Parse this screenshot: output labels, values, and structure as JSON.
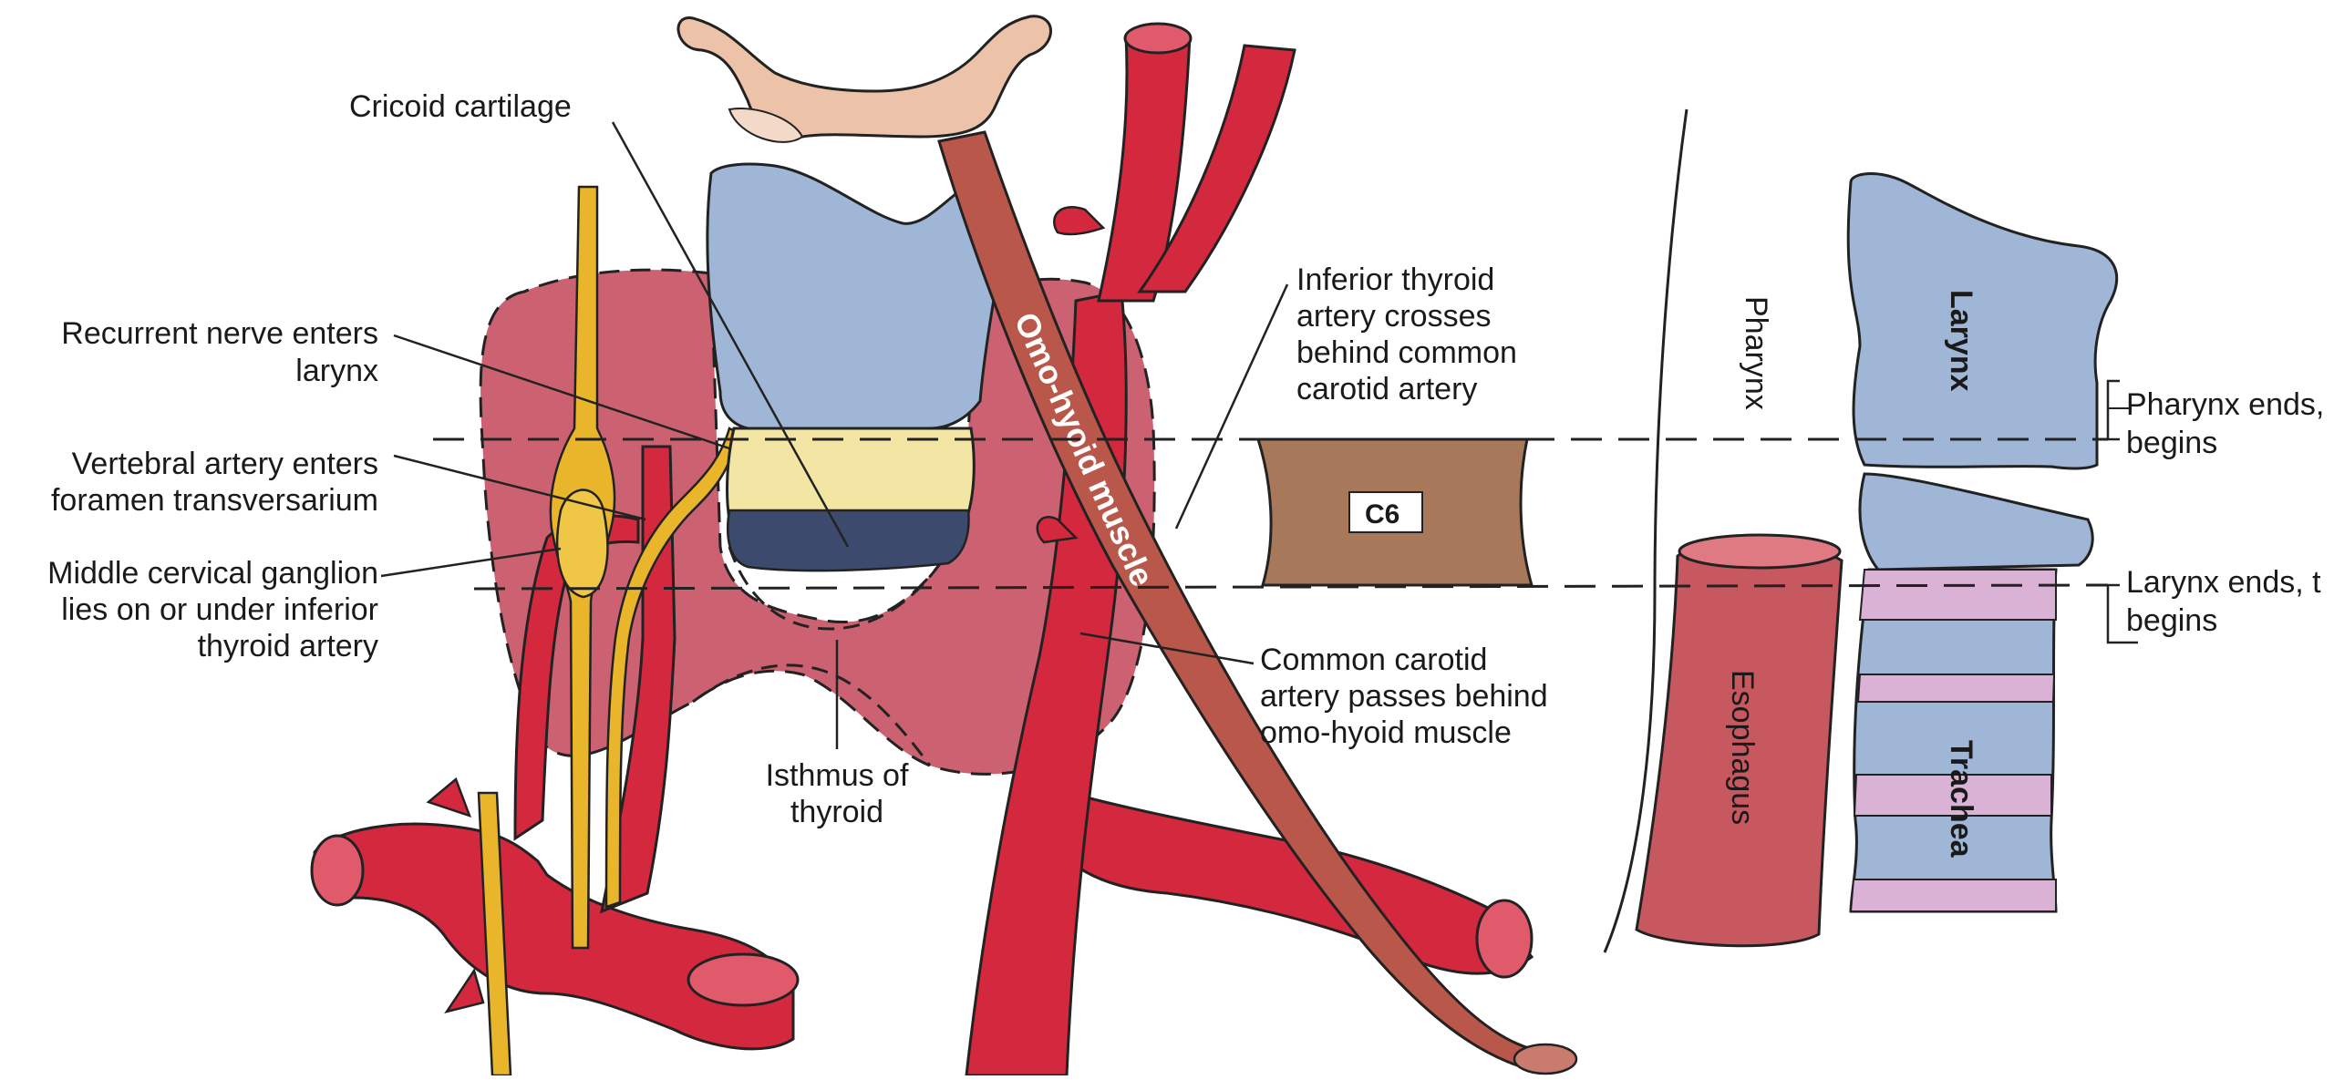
{
  "palette": {
    "artery": "#d4283f",
    "artery_dark": "#a81a2e",
    "thyroid": "#cc6171",
    "nerve": "#e9b52a",
    "cartilage_blue": "#9fb6d6",
    "hyoid": "#ecc2a8",
    "cricoid_yellow": "#f3e6a4",
    "muscle": "#b9574a",
    "vertebra": "#a8785a",
    "trachea_pink": "#d9b2d6"
  },
  "labels": {
    "cricoid": "Cricoid cartilage",
    "recurrent_1": "Recurrent nerve enters",
    "recurrent_2": "larynx",
    "vertebral_1": "Vertebral artery enters",
    "vertebral_2": "foramen transversarium",
    "ganglion_1": "Middle cervical ganglion",
    "ganglion_2": "lies on or under inferior",
    "ganglion_3": "thyroid artery",
    "isthmus_1": "Isthmus of",
    "isthmus_2": "thyroid",
    "inferior_1": "Inferior thyroid",
    "inferior_2": "artery crosses",
    "inferior_3": "behind common",
    "inferior_4": "carotid artery",
    "carotid_1": "Common carotid",
    "carotid_2": "artery passes behind",
    "carotid_3": "omo-hyoid muscle",
    "omo_hyoid": "Omo-hyoid muscle",
    "c6": "C6",
    "pharynx": "Pharynx",
    "esophagus": "Esophagus",
    "larynx": "Larynx",
    "trachea": "Trachea",
    "pharynx_ends_1": "Pharynx ends,",
    "pharynx_ends_2": "begins",
    "larynx_ends_1": "Larynx ends, t",
    "larynx_ends_2": "begins"
  }
}
